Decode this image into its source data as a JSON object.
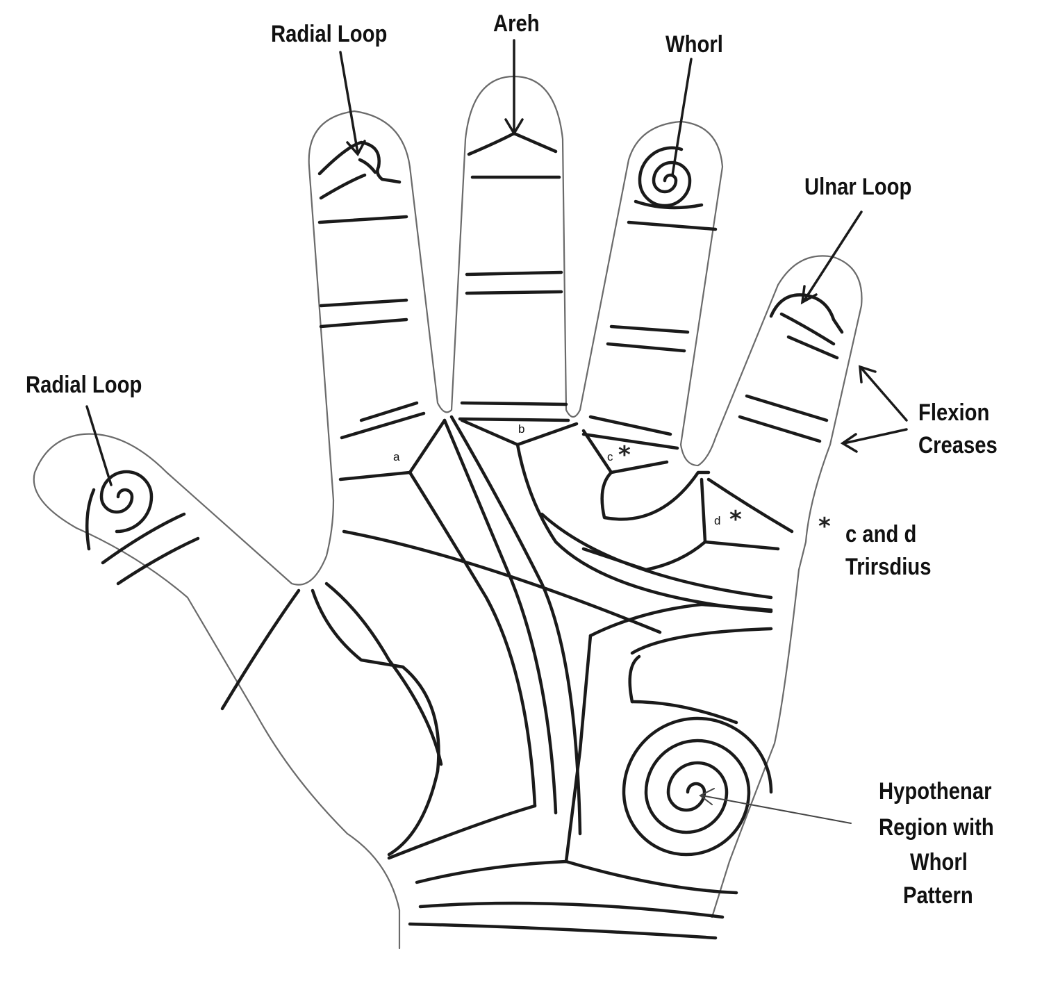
{
  "labels": {
    "radial_loop_top": "Radial Loop",
    "arch": "Areh",
    "whorl": "Whorl",
    "ulnar_loop": "Ulnar Loop",
    "radial_loop_thumb": "Radial Loop",
    "flexion_line1": "Flexion",
    "flexion_line2": "Creases",
    "triradius_star": "*",
    "triradius_line1": "c and d",
    "triradius_line2": "Trirsdius",
    "hypothenar_line1": "Hypothenar",
    "hypothenar_line2": "Region with",
    "hypothenar_line3": "Whorl",
    "hypothenar_line4": "Pattern"
  },
  "triradii": {
    "a": "a",
    "b": "b",
    "c": "c",
    "d": "d",
    "star": "*"
  }
}
